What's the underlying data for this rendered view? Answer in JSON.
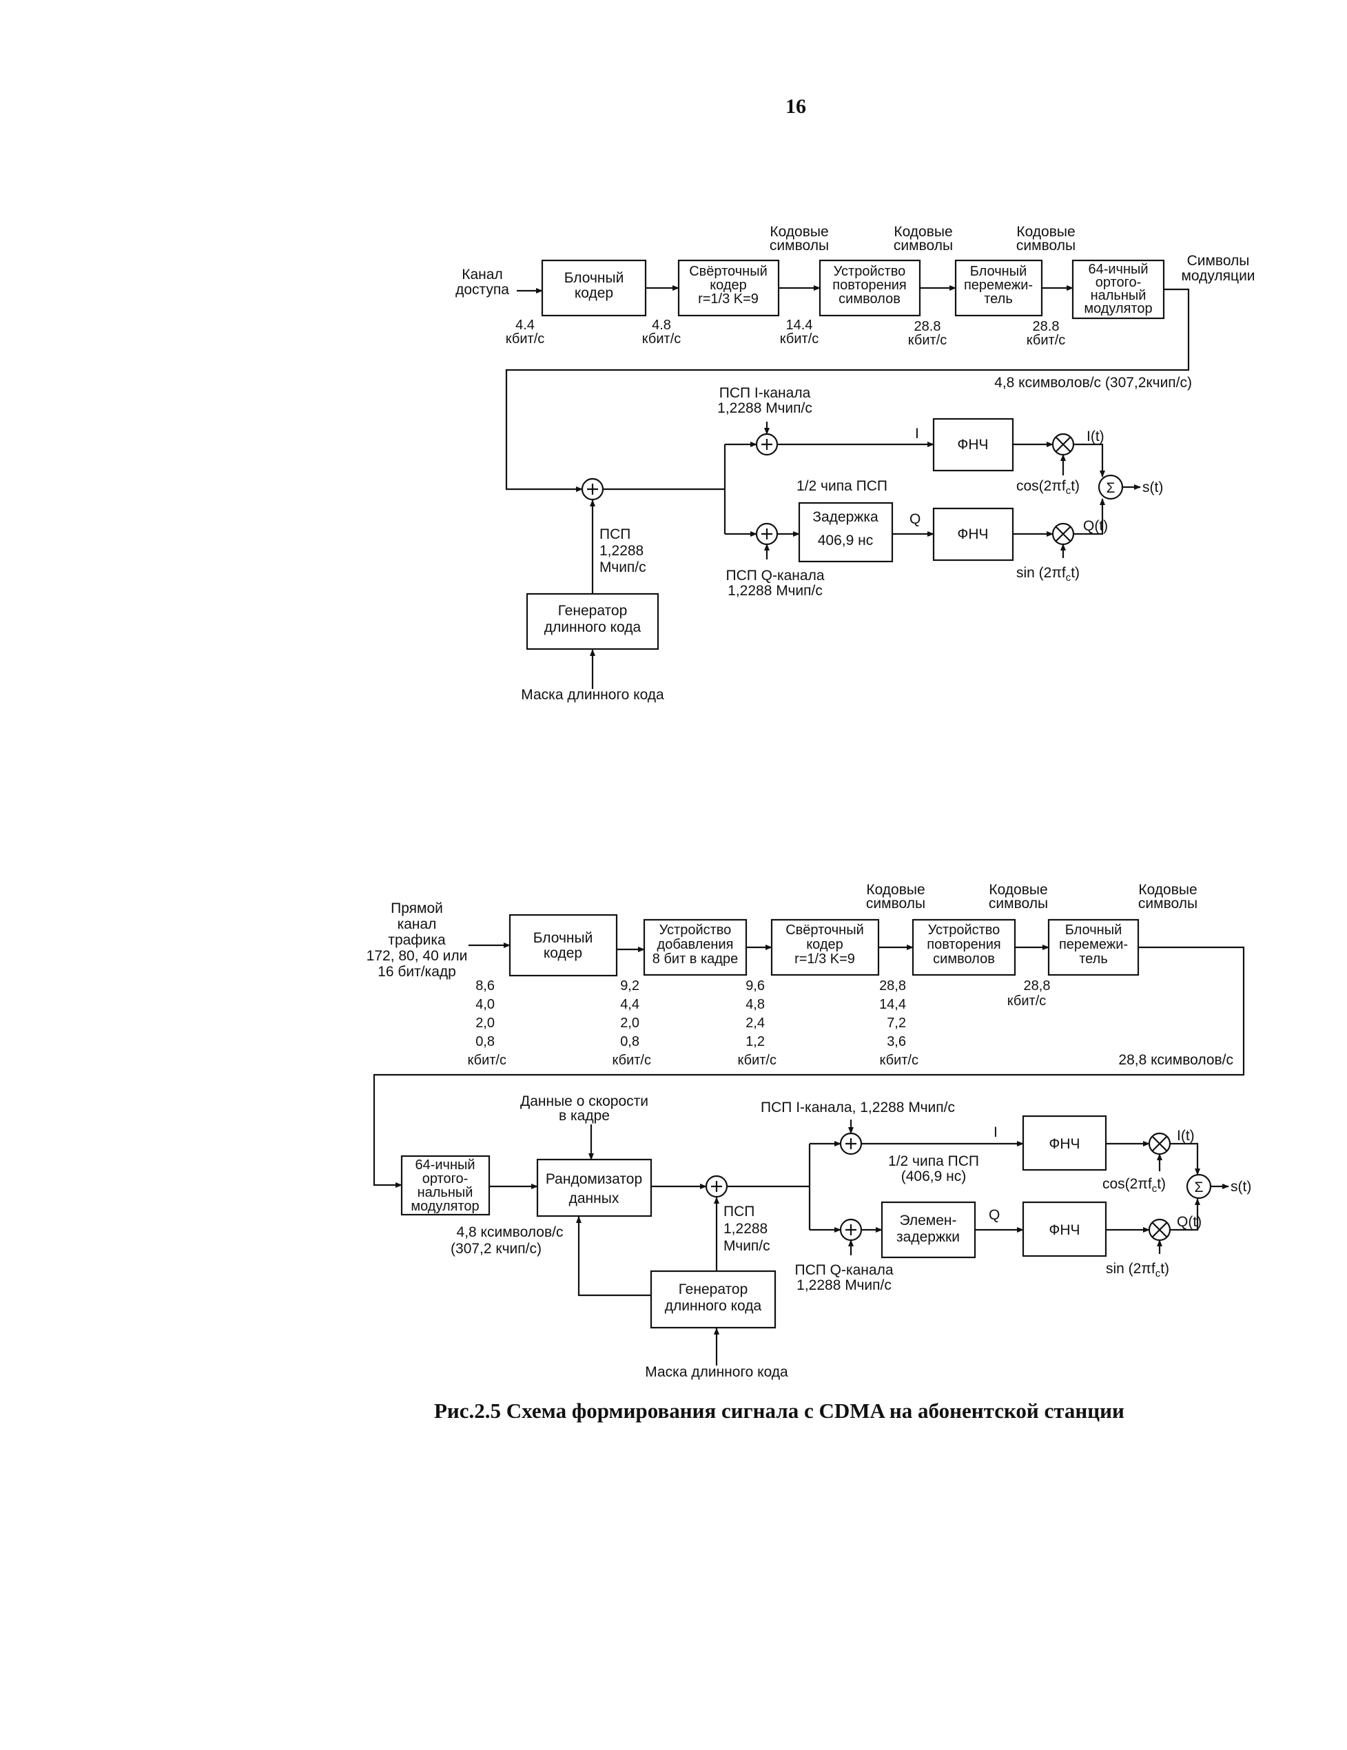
{
  "page_number": "16",
  "caption": "Рис.2.5  Схема формирования сигнала с CDMA на абонентской станции",
  "diagram1": {
    "input": [
      "Канал",
      "доступа"
    ],
    "block_coder": [
      "Блочный",
      "кодер"
    ],
    "conv_coder": [
      "Свёрточный",
      "кодер",
      "r=1/3 K=9"
    ],
    "repeater": [
      "Устройство",
      "повторения",
      "символов"
    ],
    "interleaver": [
      "Блочный",
      "перемежи-",
      "тель"
    ],
    "modulator": [
      "64-ичный",
      "ортого-",
      "нальный",
      "модулятор"
    ],
    "code_symbols": [
      "Кодовые",
      "символы"
    ],
    "modulation_symbols": [
      "Символы",
      "модуляции"
    ],
    "rate_1": [
      "4.4",
      "кбит/с"
    ],
    "rate_2": [
      "4.8",
      "кбит/с"
    ],
    "rate_3": [
      "14.4",
      "кбит/с"
    ],
    "rate_4": [
      "28.8",
      "кбит/с"
    ],
    "rate_5": [
      "28.8",
      "кбит/с"
    ],
    "symbol_rate": "4,8 ксимволов/с (307,2кчип/с)",
    "psp_i": [
      "ПСП I-канала",
      "1,2288 Мчип/с"
    ],
    "psp_q": [
      "ПСП Q-канала",
      "1,2288 Мчип/с"
    ],
    "half_chip": "1/2 чипа ПСП",
    "delay": [
      "Задержка",
      "406,9 нс"
    ],
    "lpf": "ФНЧ",
    "i_label": "I",
    "q_label": "Q",
    "it": "I(t)",
    "qt": "Q(t)",
    "cos": "cos(2πf",
    "sin": "sin (2πf",
    "sub_c": "c",
    "t_close": "t)",
    "sigma": "Σ",
    "st": "s(t)",
    "psp": [
      "ПСП",
      "1,2288",
      "Мчип/с"
    ],
    "long_code_gen": [
      "Генератор",
      "длинного кода"
    ],
    "long_code_mask": "Маска длинного кода"
  },
  "diagram2": {
    "input": [
      "Прямой",
      "канал",
      "трафика",
      "172, 80, 40  или",
      "16 бит/кадр"
    ],
    "block_coder": [
      "Блочный",
      "кодер"
    ],
    "adder_8bit": [
      "Устройство",
      "добавления",
      "8 бит в кадре"
    ],
    "conv_coder": [
      "Свёрточный",
      "кодер",
      "r=1/3 K=9"
    ],
    "repeater": [
      "Устройство",
      "повторения",
      "символов"
    ],
    "interleaver": [
      "Блочный",
      "перемежи-",
      "тель"
    ],
    "code_symbols": [
      "Кодовые",
      "символы"
    ],
    "rates_1": [
      "8,6",
      "4,0",
      "2,0",
      "0,8",
      "кбит/с"
    ],
    "rates_2": [
      "9,2",
      "4,4",
      "2,0",
      "0,8",
      "кбит/с"
    ],
    "rates_3": [
      "9,6",
      "4,8",
      "2,4",
      "1,2",
      "кбит/с"
    ],
    "rates_4": [
      "28,8",
      "14,4",
      "7,2",
      "3,6",
      "кбит/с"
    ],
    "rate_5": [
      "28,8",
      "кбит/с"
    ],
    "symbol_rate": "28,8 ксимволов/с",
    "modulator": [
      "64-ичный",
      "ортого-",
      "нальный",
      "модулятор"
    ],
    "data_rate": [
      "Данные  о скорости",
      "в кадре"
    ],
    "randomizer": [
      "Рандомизатор",
      "данных"
    ],
    "mod_rate": [
      "4,8 ксимволов/с",
      "(307,2 кчип/с)"
    ],
    "psp": [
      "ПСП",
      "1,2288",
      "Мчип/с"
    ],
    "psp_i": "ПСП I-канала, 1,2288 Мчип/с",
    "psp_q": [
      "ПСП Q-канала",
      "1,2288 Мчип/с"
    ],
    "half_chip": [
      "1/2 чипа ПСП",
      "(406,9 нс)"
    ],
    "delay": [
      "Элемен-",
      "задержки"
    ],
    "lpf": "ФНЧ",
    "i_label": "I",
    "q_label": "Q",
    "it": "I(t)",
    "qt": "Q(t)",
    "cos": "cos(2πf",
    "sin": "sin (2πf",
    "sub_c": "c",
    "t_close": "t)",
    "sigma": "Σ",
    "st": "s(t)",
    "long_code_gen": [
      "Генератор",
      "длинного кода"
    ],
    "long_code_mask": "Маска длинного кода"
  }
}
